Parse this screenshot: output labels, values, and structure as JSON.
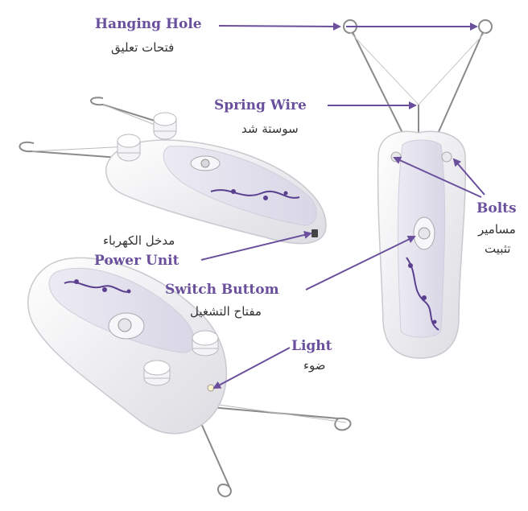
{
  "colors": {
    "accent": "#6a4f9c",
    "device_body": "#f2f2f4",
    "device_panel": "#e4e2ee",
    "floral": "#5b3f8f",
    "wire": "#8a8a8a"
  },
  "labels": {
    "hanging_hole": {
      "en": "Hanging Hole",
      "ar": "فتحات تعليق"
    },
    "spring_wire": {
      "en": "Spring Wire",
      "ar": "سوستة شد"
    },
    "bolts": {
      "en": "Bolts",
      "ar1": "مسامير",
      "ar2": "تثبيت"
    },
    "power_unit": {
      "en": "Power Unit",
      "ar": "مدخل الكهرباء"
    },
    "switch_button": {
      "en": "Switch Buttom",
      "ar": "مفتاح التشغيل"
    },
    "light": {
      "en": "Light",
      "ar": "ضوء"
    }
  },
  "images": {
    "device_top": "threading-epilator-side-view",
    "device_bottom": "threading-epilator-top-view",
    "device_right": "threading-epilator-front-view"
  }
}
